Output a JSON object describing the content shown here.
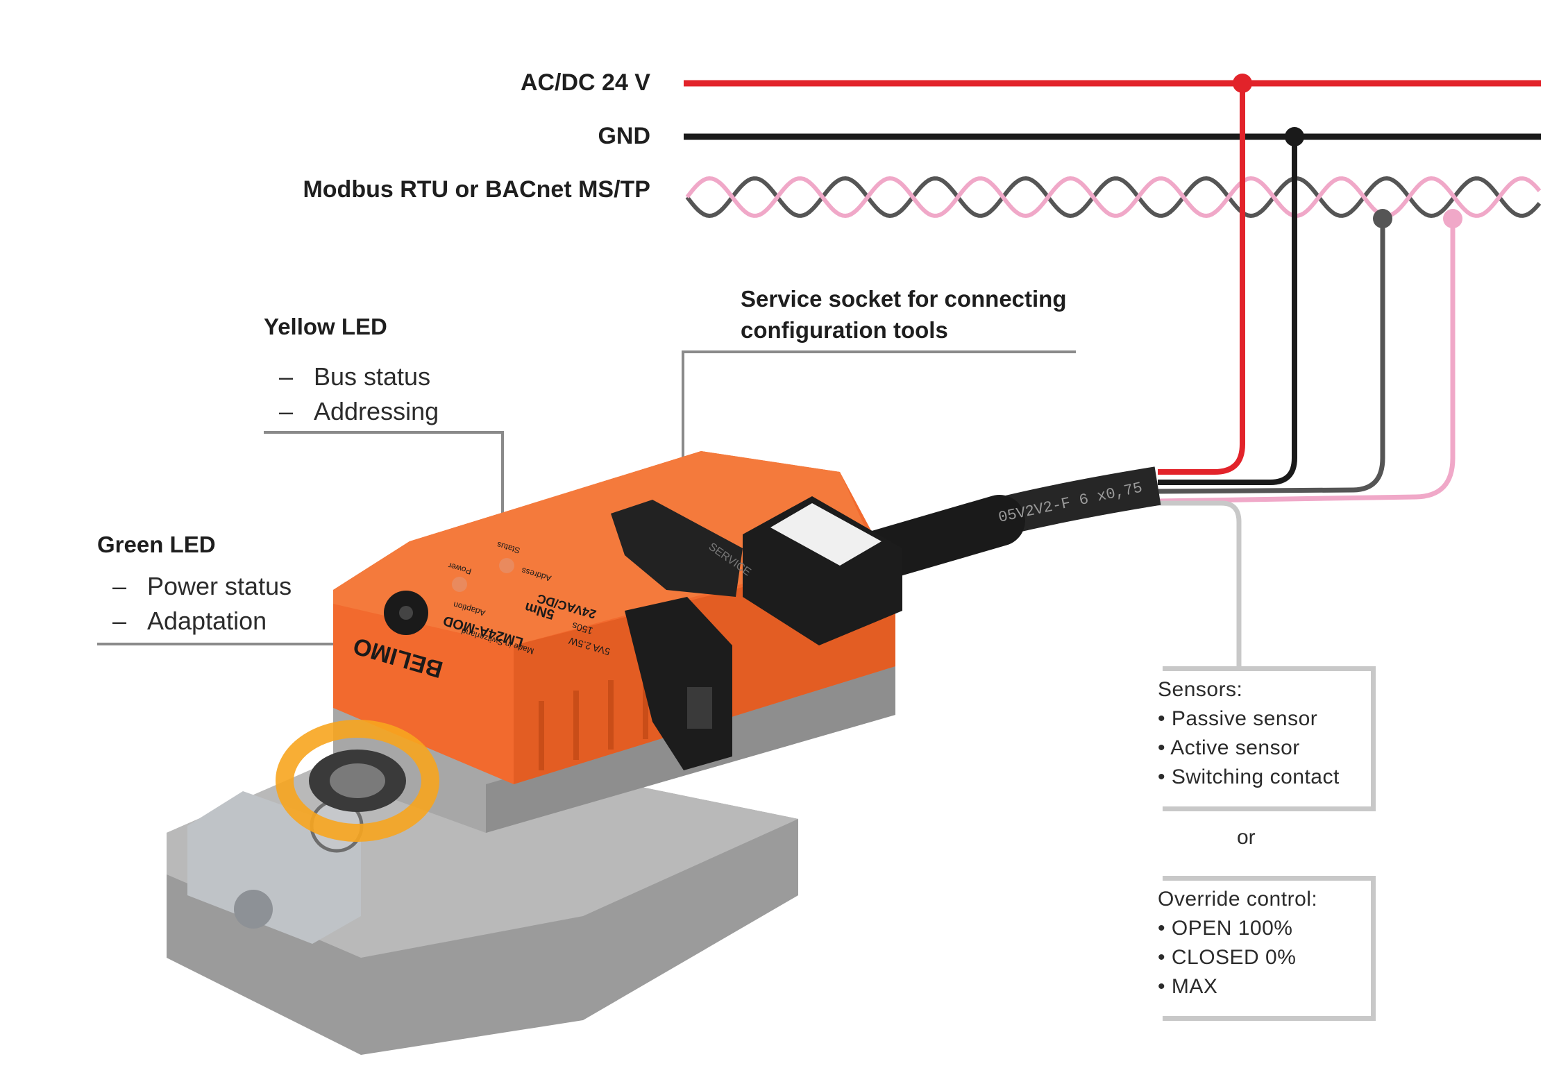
{
  "bus": {
    "power_label": "AC/DC 24 V",
    "gnd_label": "GND",
    "comm_label": "Modbus RTU or BACnet MS/TP"
  },
  "callouts": {
    "service": {
      "line1": "Service socket for connecting",
      "line2": "configuration tools"
    },
    "yellow_led": {
      "title": "Yellow LED",
      "items": [
        "Bus status",
        "Addressing"
      ]
    },
    "green_led": {
      "title": "Green LED",
      "items": [
        "Power status",
        "Adaptation"
      ]
    }
  },
  "sensors_box": {
    "title": "Sensors:",
    "items": [
      "Passive sensor",
      "Active sensor",
      "Switching contact"
    ]
  },
  "or_text": "or",
  "override_box": {
    "title": "Override control:",
    "items": [
      "OPEN 100%",
      "CLOSED 0%",
      "MAX"
    ]
  },
  "device": {
    "brand": "BELIMO",
    "model": "LM24A-MOD",
    "made_in": "Made in Switzerland",
    "torque": "5Nm",
    "voltage": "24VAC/DC",
    "time": "150s",
    "power": "5VA 2.5W",
    "service_label": "SERVICE",
    "status_label": "Status",
    "power_led_label": "Power",
    "address_label": "Address",
    "adaption_label": "Adaption",
    "cable_print": "05V2V2-F 6 x0,75"
  },
  "colors": {
    "power_wire": "#e2232a",
    "gnd_wire": "#1a1a1a",
    "bus_wire_a": "#555555",
    "bus_wire_b": "#f0a8c8",
    "sensor_wire": "#c8c8c8",
    "leader_line": "#8a8a8a",
    "actuator_orange": "#f26a2e",
    "actuator_grey": "#a9a9a9"
  }
}
